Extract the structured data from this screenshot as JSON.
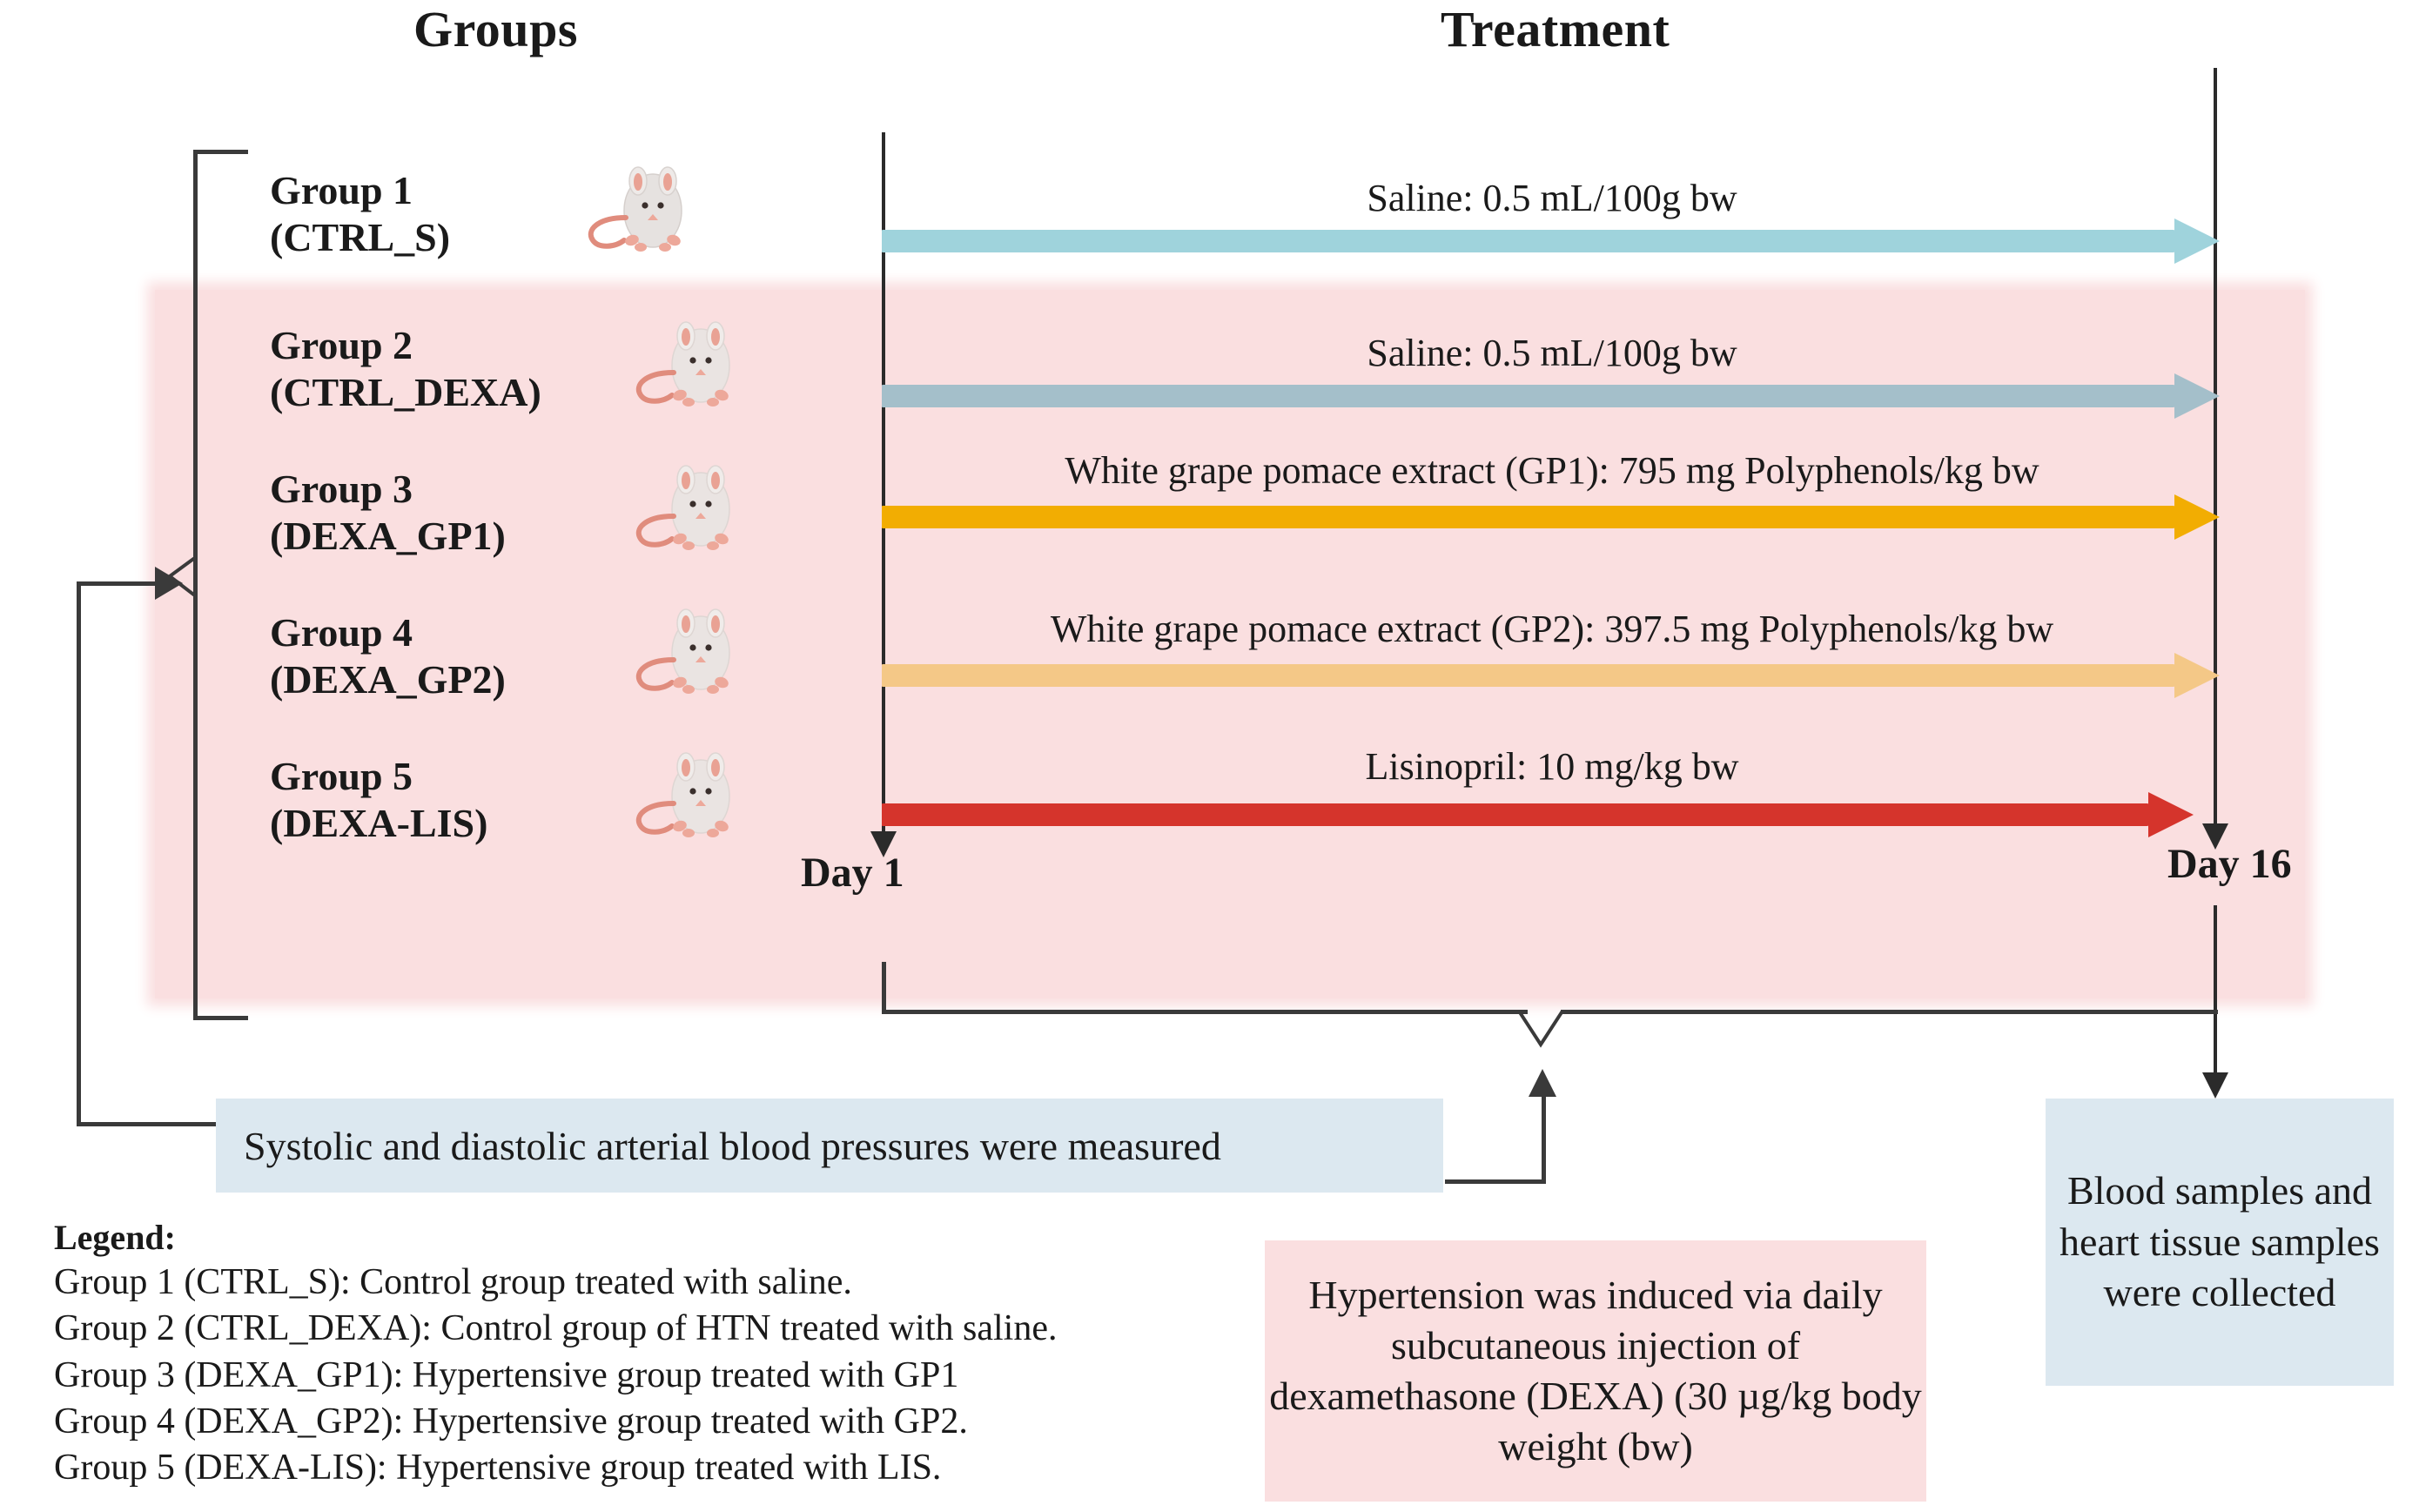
{
  "headers": {
    "groups": "Groups",
    "treatment": "Treatment"
  },
  "timeline": {
    "start_label": "Day 1",
    "end_label": "Day 16"
  },
  "groups": [
    {
      "name": "Group 1",
      "code": "(CTRL_S)",
      "icon": "rat-icon"
    },
    {
      "name": "Group 2",
      "code": "(CTRL_DEXA)",
      "icon": "rat-icon"
    },
    {
      "name": "Group 3",
      "code": "(DEXA_GP1)",
      "icon": "rat-icon"
    },
    {
      "name": "Group 4",
      "code": "(DEXA_GP2)",
      "icon": "rat-icon"
    },
    {
      "name": "Group 5",
      "code": "(DEXA-LIS)",
      "icon": "rat-icon"
    }
  ],
  "treatments": [
    {
      "label": "Saline: 0.5 mL/100g bw",
      "color": "#9fd3dc"
    },
    {
      "label": "Saline: 0.5 mL/100g bw",
      "color": "#a4bfca"
    },
    {
      "label": "White grape pomace extract (GP1): 795 mg Polyphenols/kg bw",
      "color": "#f2ad02"
    },
    {
      "label": "White grape pomace extract (GP2): 397.5  mg Polyphenols/kg bw",
      "color": "#f4c887"
    },
    {
      "label": "Lisinopril: 10 mg/kg bw",
      "color": "#d5342c"
    }
  ],
  "callouts": {
    "blood_pressure": "Systolic and diastolic arterial blood pressures were measured",
    "blood_samples": "Blood samples and heart tissue samples were collected",
    "hypertension": "Hypertension  was induced via daily subcutaneous injection of dexamethasone (DEXA) (30 µg/kg body weight (bw)"
  },
  "legend": {
    "title": "Legend:",
    "items": [
      "Group 1 (CTRL_S): Control group treated with saline.",
      "Group 2 (CTRL_DEXA): Control group of HTN treated with saline.",
      "Group 3 (DEXA_GP1): Hypertensive group treated with GP1",
      "Group 4 (DEXA_GP2): Hypertensive group treated with GP2.",
      "Group 5 (DEXA-LIS): Hypertensive group treated with LIS."
    ]
  },
  "colors": {
    "hypertensive_band": "#fadfe0",
    "callout_blue": "#dce8f0",
    "line": "#3a3a3a"
  }
}
